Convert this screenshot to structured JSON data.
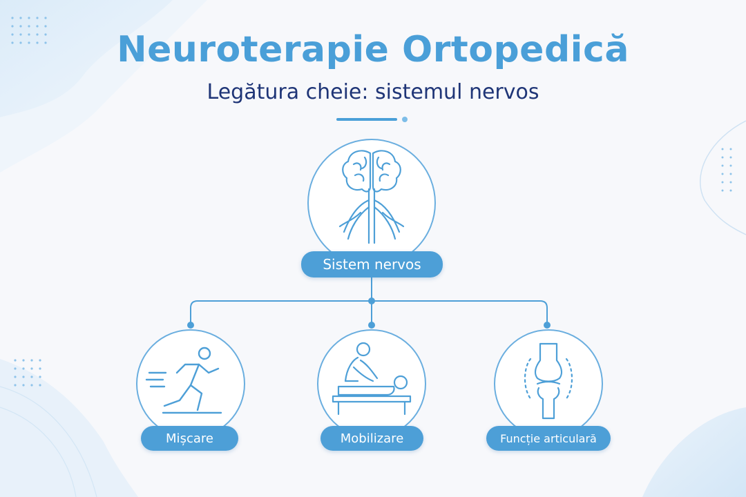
{
  "header": {
    "title": "Neuroterapie Ortopedică",
    "subtitle": "Legătura cheie: sistemul nervos"
  },
  "diagram": {
    "root": {
      "label": "Sistem nervos",
      "icon": "brain-spinal-cord-icon"
    },
    "children": [
      {
        "label": "Mișcare",
        "icon": "running-person-icon"
      },
      {
        "label": "Mobilizare",
        "icon": "massage-therapy-icon"
      },
      {
        "label": "Funcție articulară",
        "icon": "knee-joint-icon"
      }
    ]
  },
  "colors": {
    "accent": "#4a9fd8",
    "title_dark": "#1f3577",
    "line": "#4d9fd7",
    "pill_bg": "#4d9fd7",
    "background": "#f7f8fb"
  }
}
